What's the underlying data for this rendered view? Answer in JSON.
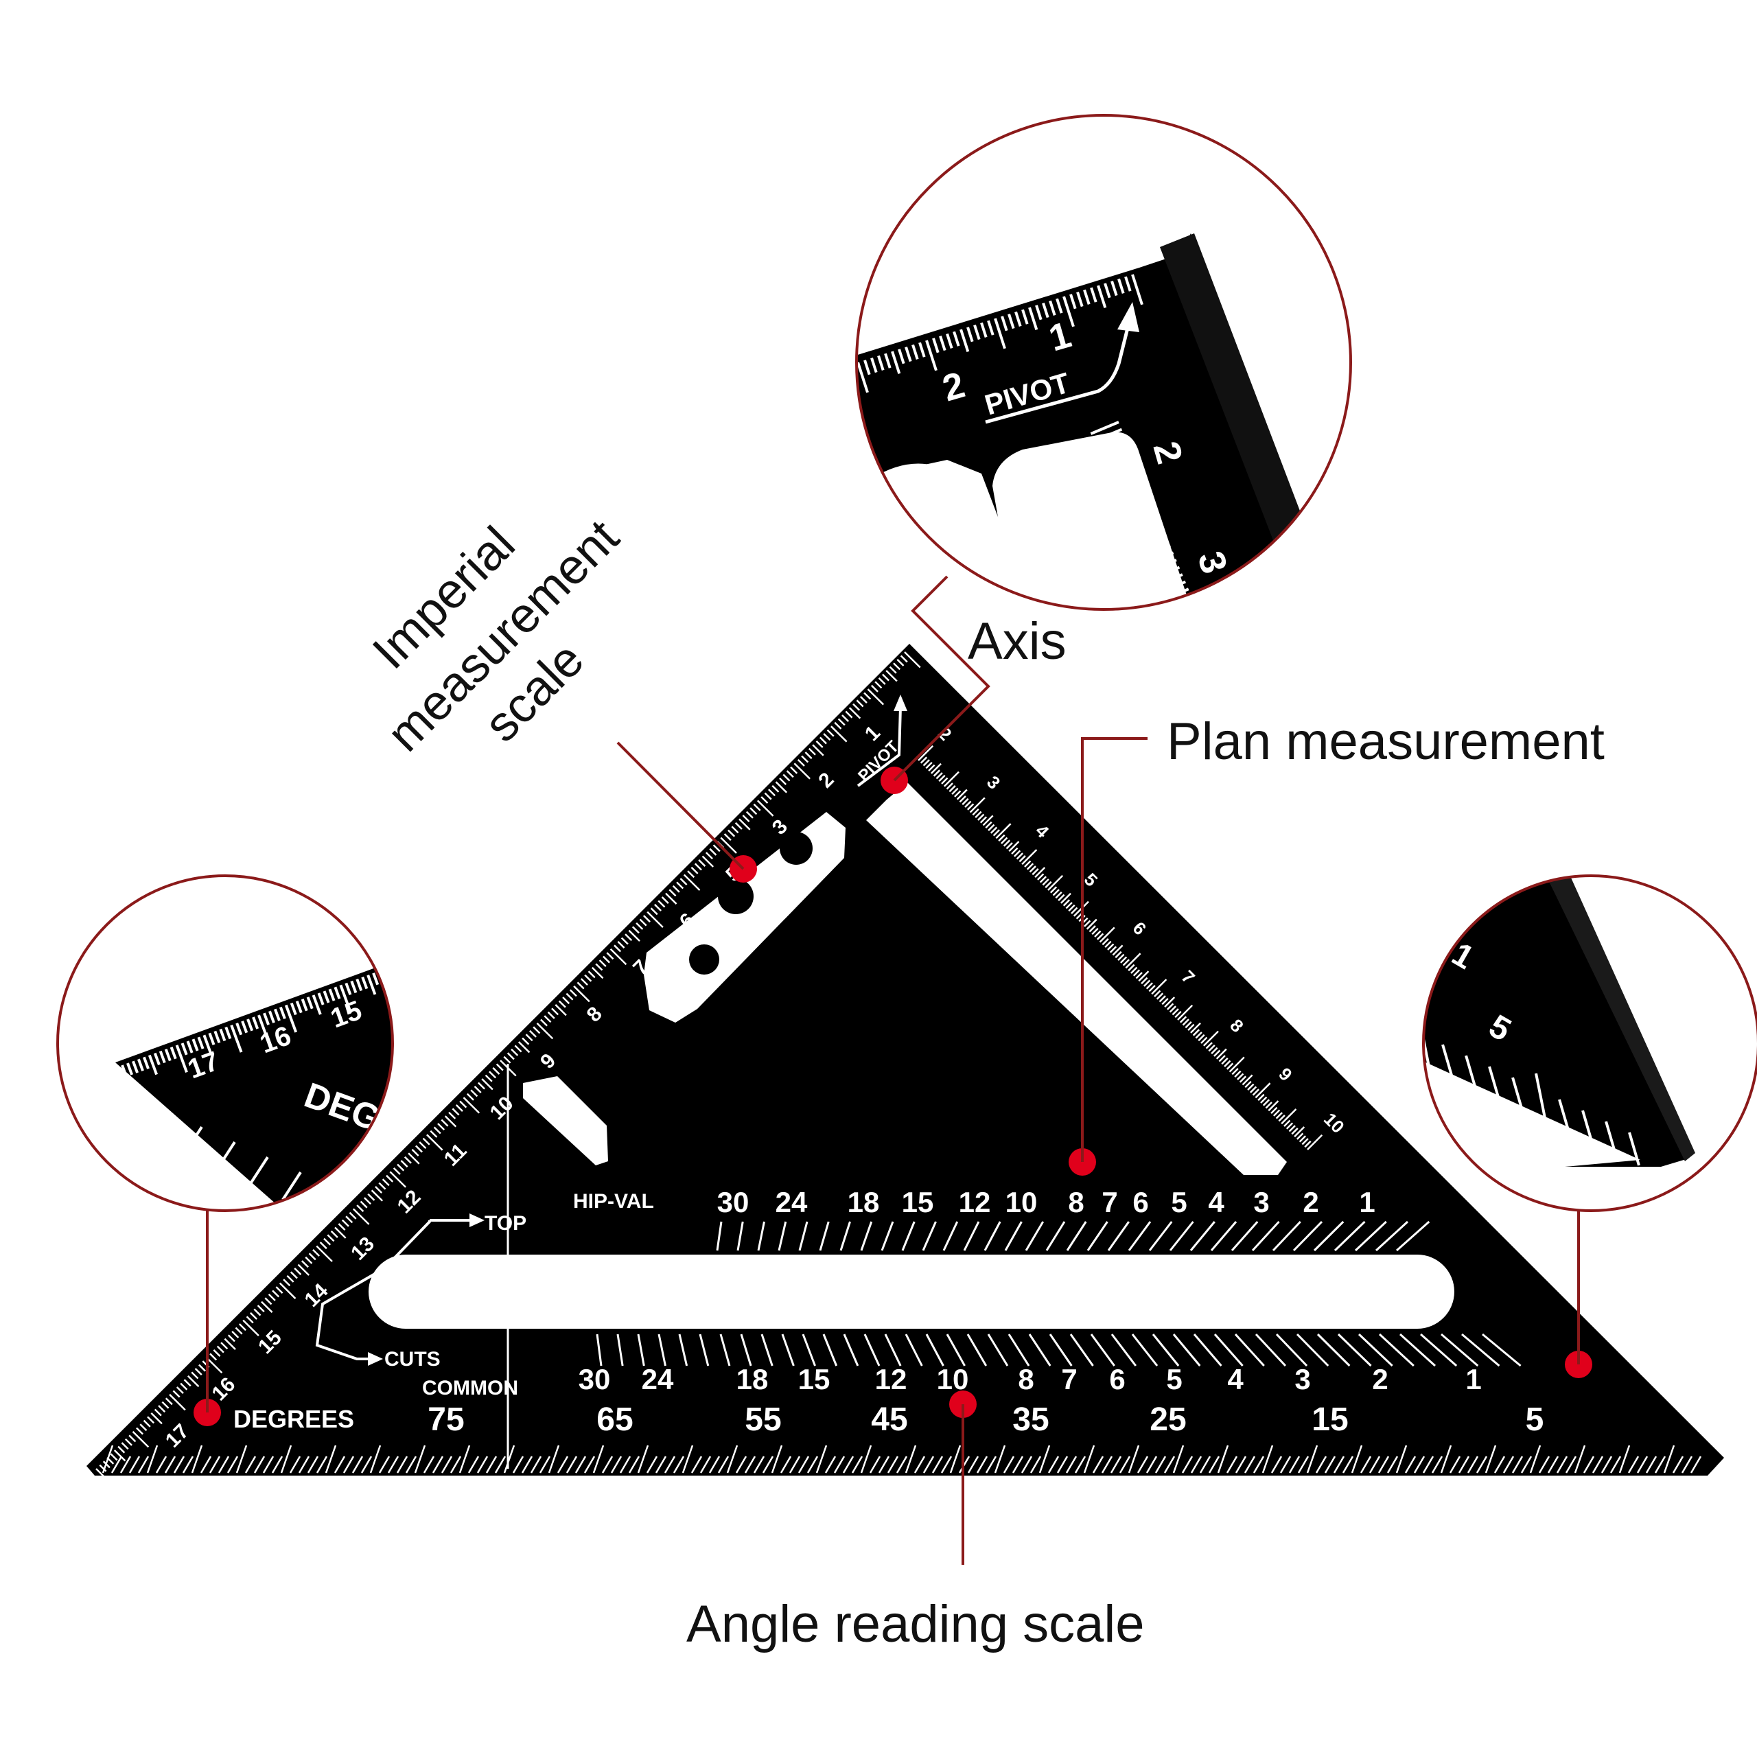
{
  "colors": {
    "tool": "#000000",
    "markings": "#ffffff",
    "accent": "#e0001b",
    "leader": "#8b1a1a",
    "label": "#111111"
  },
  "callouts": {
    "imperial": {
      "line1": "Imperial",
      "line2": "measurement",
      "line3": "scale"
    },
    "axis": "Axis",
    "plan": "Plan measurement",
    "angle": "Angle reading scale"
  },
  "tool": {
    "pivot": "PIVOT",
    "hip_val": "HIP-VAL",
    "top": "TOP",
    "cuts": "CUTS",
    "common": "COMMON",
    "degrees": "DEGREES",
    "hip_val_scale": [
      "30",
      "24",
      "18",
      "15",
      "12",
      "10",
      "8",
      "7",
      "6",
      "5",
      "4",
      "3",
      "2",
      "1"
    ],
    "common_scale": [
      "30",
      "24",
      "18",
      "15",
      "12",
      "10",
      "8",
      "7",
      "6",
      "5",
      "4",
      "3",
      "2",
      "1"
    ],
    "degree_scale": [
      "75",
      "65",
      "55",
      "45",
      "35",
      "25",
      "15",
      "5"
    ],
    "left_edge_scale": [
      "1",
      "2",
      "3",
      "5",
      "6",
      "7",
      "8",
      "9",
      "10",
      "11",
      "12",
      "13",
      "14",
      "15",
      "16",
      "17"
    ],
    "diagonal_scale": [
      "2",
      "3",
      "4",
      "5",
      "6",
      "7",
      "8",
      "9",
      "10"
    ]
  },
  "zoom_axis": {
    "ticks": [
      "2",
      "1"
    ],
    "side_ticks": [
      "2",
      "3"
    ],
    "pivot": "PIVOT"
  },
  "zoom_left": {
    "ticks": [
      "17",
      "16",
      "15"
    ],
    "label": "DEG"
  },
  "zoom_right": {
    "ticks": [
      "1",
      "5"
    ]
  }
}
